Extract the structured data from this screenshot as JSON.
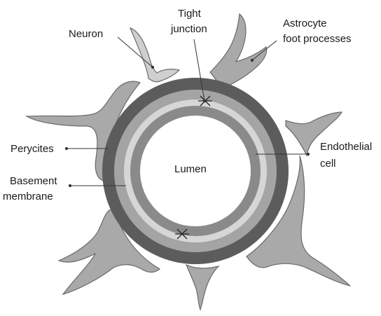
{
  "diagram": {
    "center_label": "Lumen",
    "labels": {
      "neuron": "Neuron",
      "tight_junction_line1": "Tight",
      "tight_junction_line2": "junction",
      "astrocyte_line1": "Astrocyte",
      "astrocyte_line2": "foot processes",
      "perycites": "Perycites",
      "basement_line1": "Basement",
      "basement_line2": "membrane",
      "endothelial_line1": "Endothelial",
      "endothelial_line2": "cell"
    },
    "colors": {
      "astrocyte": "#a9a9a9",
      "astrocyte_stroke": "#6a6a6a",
      "neuron": "#cfcfcf",
      "outer_ring": "#5c5c5c",
      "middle_ring": "#a4a4a4",
      "light_ring": "#d6d6d6",
      "inner_ring": "#8a8a8a",
      "lumen": "#ffffff"
    }
  }
}
